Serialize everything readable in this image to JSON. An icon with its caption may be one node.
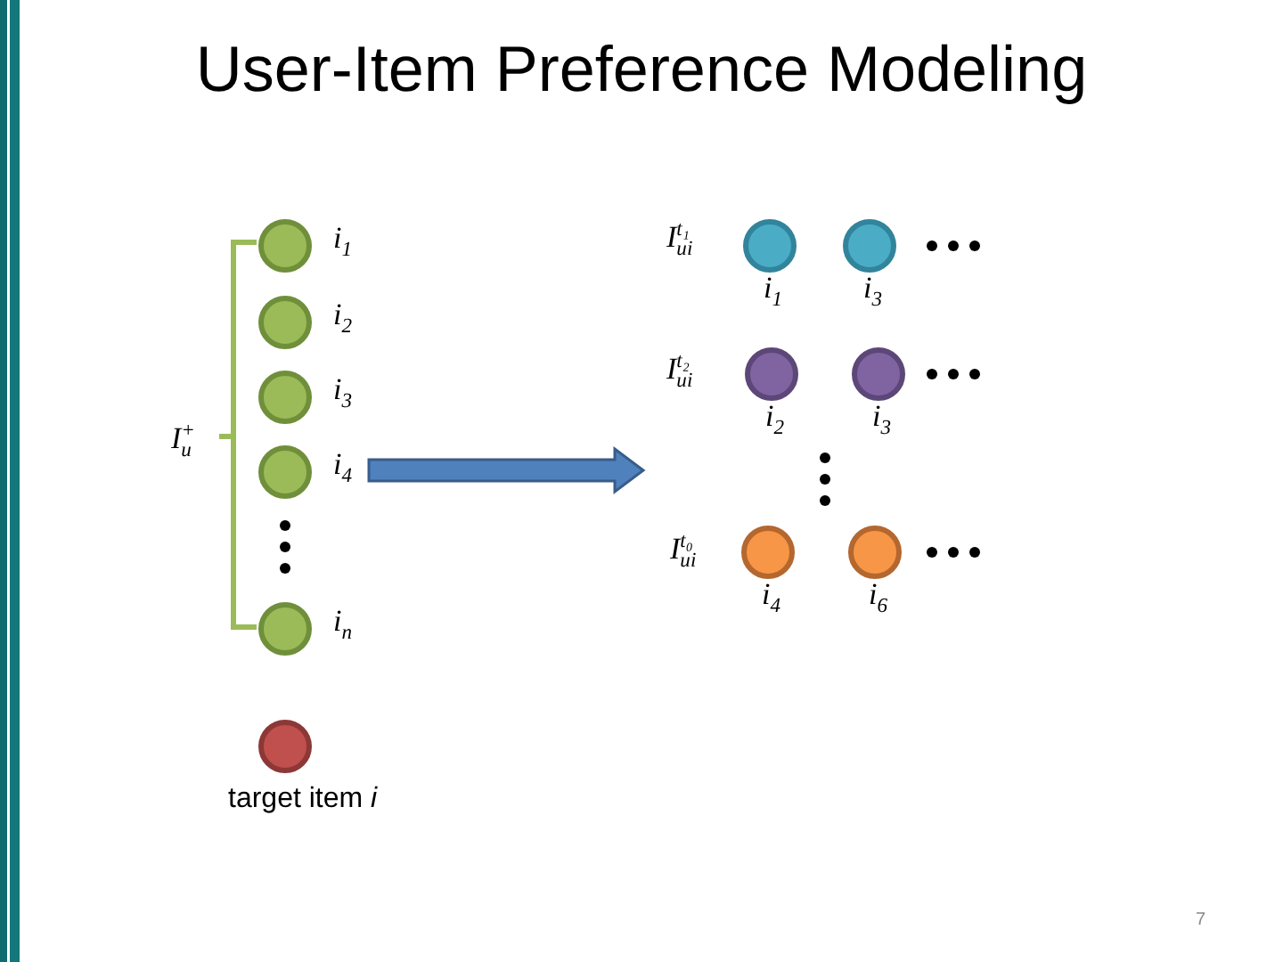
{
  "diagram": {
    "title": "User-Item Preference Modeling",
    "nodes": [
      {
        "text": [],
        "shape": "circle",
        "beside": [
          "*i*$_{1}$"
        ]
      },
      {
        "text": [],
        "shape": "circle",
        "beside": [
          "*i*$_{2}$"
        ]
      },
      {
        "text": [],
        "shape": "circle",
        "beside": [
          "*i*$_{3}$"
        ]
      },
      {
        "text": [],
        "shape": "circle",
        "beside": [
          "*i*$_{4}$"
        ]
      },
      {
        "text": [],
        "shape": "circle",
        "beside": [
          "*i*$_{n}$"
        ]
      },
      {
        "text": [],
        "shape": "circle",
        "beside": [
          "target item *i*"
        ]
      },
      {
        "text": [],
        "shape": "circle",
        "beside": [
          "*i*$_{1}$"
        ]
      },
      {
        "text": [],
        "shape": "circle",
        "beside": [
          "*i*$_{3}$"
        ]
      },
      {
        "text": [],
        "shape": "circle",
        "beside": [
          "*i*$_{2}$"
        ]
      },
      {
        "text": [],
        "shape": "circle",
        "beside": [
          "*i*$_{3}$"
        ]
      },
      {
        "text": [],
        "shape": "circle",
        "beside": [
          "*i*$_{4}$"
        ]
      },
      {
        "text": [],
        "shape": "circle",
        "beside": [
          "*i*$_{6}$"
        ]
      }
    ],
    "labels": [
      "*I*$_{u}$$^{+}$",
      "*I*$_{ui}$$^{t₁}$",
      "*I*$_{ui}$$^{t₂}$",
      "*I*$_{ui}$$^{t₀}$",
      "7"
    ]
  }
}
